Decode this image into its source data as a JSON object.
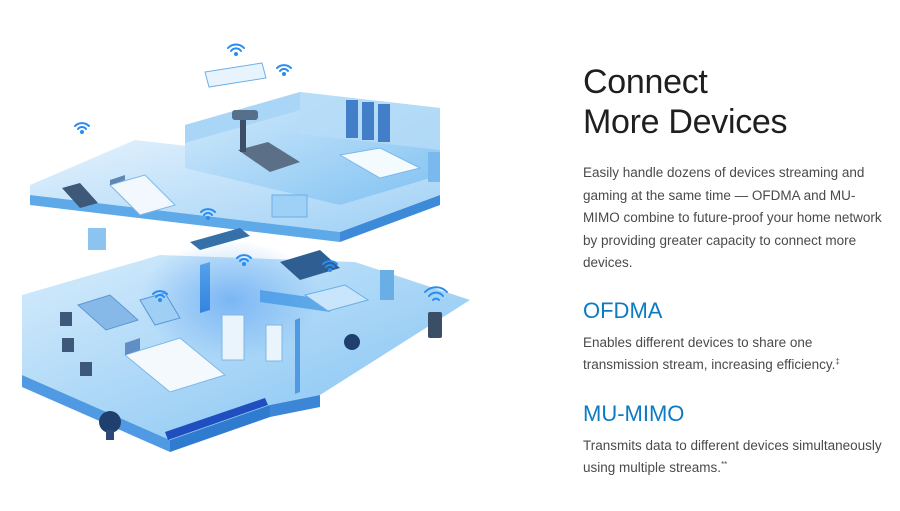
{
  "headline": {
    "line1": "Connect",
    "line2": "More Devices"
  },
  "intro": "Easily handle dozens of devices streaming and gaming at the same time — OFDMA and MU-MIMO combine to future-proof your home network by providing greater capacity to connect more devices.",
  "features": [
    {
      "title": "OFDMA",
      "description": "Enables different devices to share one transmission stream, increasing efficiency.",
      "footnote": "‡"
    },
    {
      "title": "MU-MIMO",
      "description": "Transmits data to different devices simultaneously using multiple streams.",
      "footnote": "**"
    }
  ],
  "colors": {
    "accent": "#0d7ac4",
    "heading": "#1f1f1f",
    "body": "#4a4a4a",
    "floor_blue": "#7fc1f2"
  },
  "illustration": {
    "subject": "two-storey home cutaway with wifi-connected devices",
    "icons": [
      "wifi-icon",
      "router-icon",
      "treadmill-icon",
      "bed-icon",
      "sofa-icon",
      "tv-icon",
      "air-conditioner-icon",
      "plant-icon",
      "bathtub-icon"
    ]
  }
}
